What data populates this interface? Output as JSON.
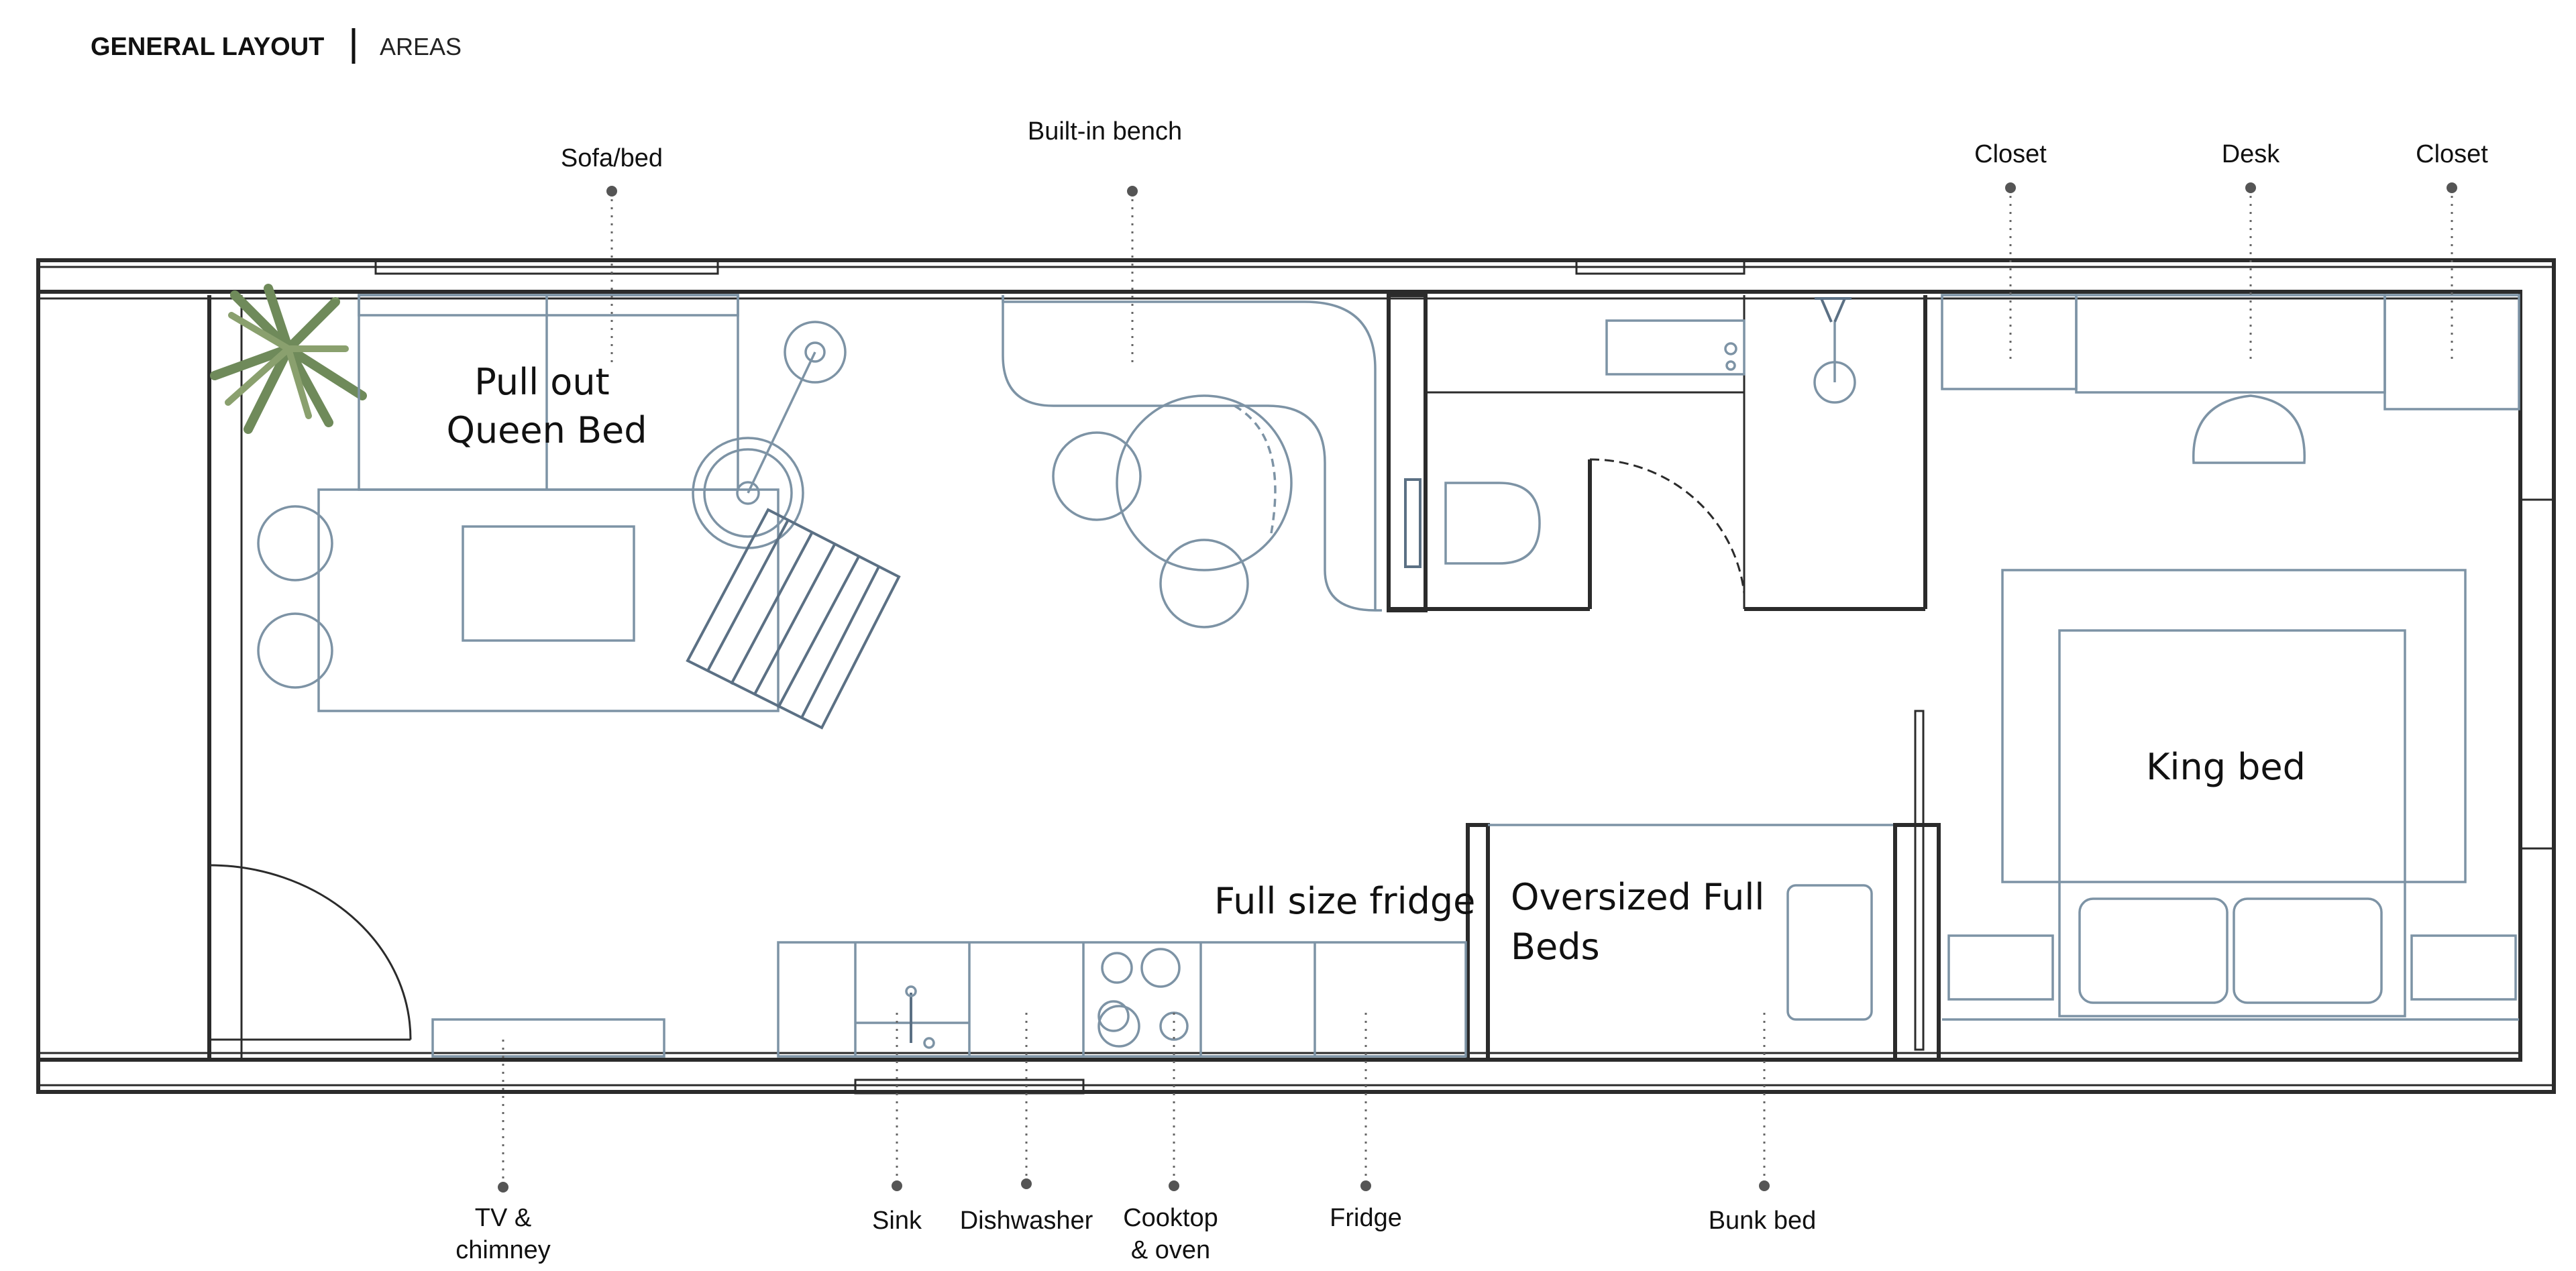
{
  "header": {
    "title": "GENERAL LAYOUT",
    "subtitle": "AREAS"
  },
  "callouts_top": {
    "sofa_bed": "Sofa/bed",
    "built_in_bench": "Built-in bench",
    "closet_left": "Closet",
    "desk": "Desk",
    "closet_right": "Closet"
  },
  "callouts_bottom": {
    "tv_line1": "TV &",
    "tv_line2": "chimney",
    "sink": "Sink",
    "dishwasher": "Dishwasher",
    "cooktop_line1": "Cooktop",
    "cooktop_line2": "& oven",
    "fridge": "Fridge",
    "bunk_bed": "Bunk bed"
  },
  "room_labels": {
    "queen_line1": "Pull out",
    "queen_line2": "Queen Bed",
    "full_fridge": "Full size fridge",
    "full_beds_line1": "Oversized Full",
    "full_beds_line2": "Beds",
    "king_bed": "King bed"
  },
  "colors": {
    "wall": "#2b2b2b",
    "furniture_line": "#7d93a5",
    "plant": "#6f8a5a"
  }
}
